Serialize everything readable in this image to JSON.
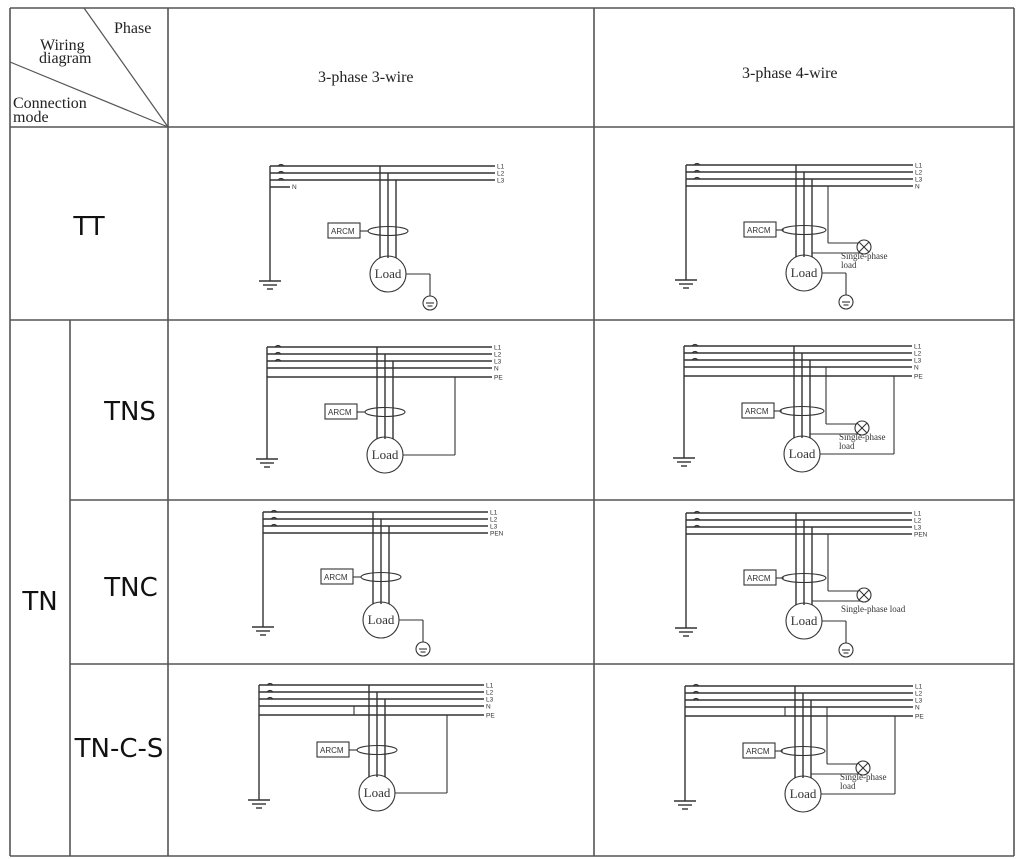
{
  "corner_header": {
    "phase_label": "Phase",
    "wiring_label_line1": "Wiring",
    "wiring_label_line2": "diagram",
    "connection_label_line1": "Connection",
    "connection_label_line2": "mode"
  },
  "columns": [
    {
      "label": "3-phase 3-wire"
    },
    {
      "label": "3-phase 4-wire"
    }
  ],
  "group_label": "TN",
  "rows": [
    {
      "mode": "TT",
      "cells": [
        {
          "conductors": [
            "L1",
            "L2",
            "L3"
          ],
          "neutral_stub": "N",
          "monitor": "ARCM",
          "load": "Load",
          "earthing": "local-earth",
          "single_phase_load": null
        },
        {
          "conductors": [
            "L1",
            "L2",
            "L3",
            "N"
          ],
          "monitor": "ARCM",
          "load": "Load",
          "earthing": "local-earth",
          "single_phase_load": "Single-phase load"
        }
      ]
    },
    {
      "mode": "TNS",
      "cells": [
        {
          "conductors": [
            "L1",
            "L2",
            "L3",
            "N",
            "PE"
          ],
          "monitor": "ARCM",
          "load": "Load",
          "earthing": "PE",
          "single_phase_load": null
        },
        {
          "conductors": [
            "L1",
            "L2",
            "L3",
            "N",
            "PE"
          ],
          "monitor": "ARCM",
          "load": "Load",
          "earthing": "PE",
          "single_phase_load": "Single-phase load"
        }
      ]
    },
    {
      "mode": "TNC",
      "cells": [
        {
          "conductors": [
            "L1",
            "L2",
            "L3",
            "PEN"
          ],
          "monitor": "ARCM",
          "load": "Load",
          "earthing": "local-earth",
          "single_phase_load": null
        },
        {
          "conductors": [
            "L1",
            "L2",
            "L3",
            "PEN"
          ],
          "monitor": "ARCM",
          "load": "Load",
          "earthing": "local-earth",
          "single_phase_load": "Single-phase load"
        }
      ]
    },
    {
      "mode": "TN-C-S",
      "cells": [
        {
          "conductors": [
            "L1",
            "L2",
            "L3",
            "N",
            "PE"
          ],
          "monitor": "ARCM",
          "load": "Load",
          "earthing": "PE",
          "single_phase_load": null
        },
        {
          "conductors": [
            "L1",
            "L2",
            "L3",
            "N",
            "PE"
          ],
          "monitor": "ARCM",
          "load": "Load",
          "earthing": "PE",
          "single_phase_load": "Single-phase load"
        }
      ]
    }
  ],
  "colors": {
    "line": "#333333",
    "grid": "#555555",
    "background": "#ffffff"
  }
}
